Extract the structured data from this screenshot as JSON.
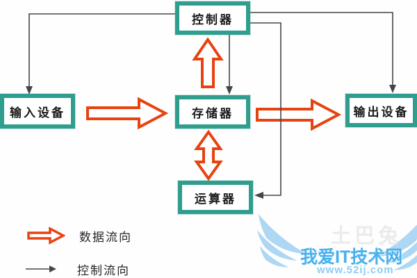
{
  "diagram": {
    "nodes": [
      {
        "id": "controller",
        "label": "控制器"
      },
      {
        "id": "input",
        "label": "输入设备"
      },
      {
        "id": "memory",
        "label": "存储器"
      },
      {
        "id": "output",
        "label": "输出设备"
      },
      {
        "id": "alu",
        "label": "运算器"
      }
    ],
    "edges": [
      {
        "from": "input",
        "to": "memory",
        "type": "data"
      },
      {
        "from": "memory",
        "to": "output",
        "type": "data"
      },
      {
        "from": "memory",
        "to": "controller",
        "type": "data"
      },
      {
        "from": "memory",
        "to": "alu",
        "type": "data-bidirectional"
      },
      {
        "from": "controller",
        "to": "input",
        "type": "control"
      },
      {
        "from": "controller",
        "to": "memory",
        "type": "control"
      },
      {
        "from": "controller",
        "to": "output",
        "type": "control"
      },
      {
        "from": "controller",
        "to": "alu",
        "type": "control"
      }
    ],
    "legend": {
      "data_flow_label": "数据流向",
      "control_flow_label": "控制流向"
    },
    "colors": {
      "node_border": "#2f9e8e",
      "data_arrow": "#e6430f",
      "control_line": "#40474a",
      "watermark_blue": "#49b1ed"
    }
  },
  "watermark": {
    "site_name": "我爱IT技术网",
    "site_url": "www.52ij.com",
    "ghost_text": "土巴兔"
  }
}
